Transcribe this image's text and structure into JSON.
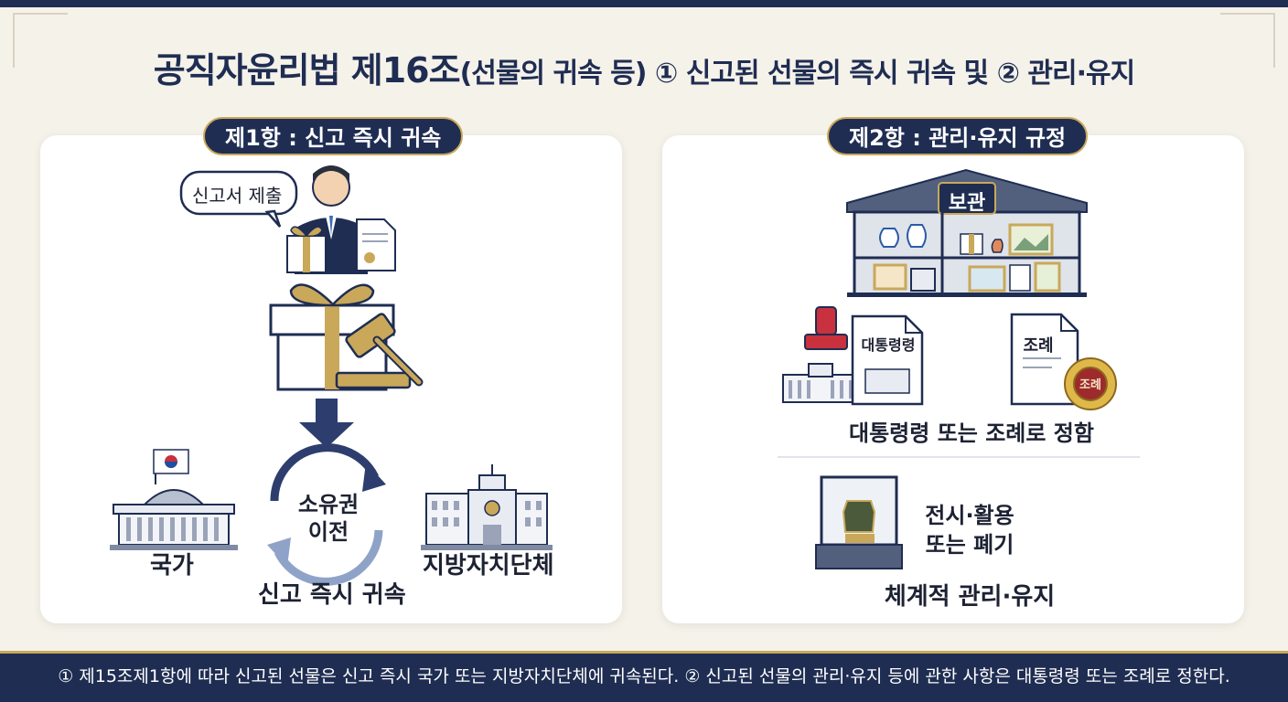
{
  "title": {
    "main": "공직자윤리법 제16조",
    "sub": "(선물의 귀속 등) ① 신고된 선물의 즉시 귀속 및 ② 관리·유지"
  },
  "left_panel": {
    "header": "제1항 : 신고 즉시 귀속",
    "speech_bubble": "신고서 제출",
    "cycle_label": "소유권\n이전",
    "cycle_line1": "소유권",
    "cycle_line2": "이전",
    "state_label": "국가",
    "local_gov_label": "지방자치단체",
    "caption": "신고 즉시 귀속"
  },
  "right_panel": {
    "header": "제2항 : 관리·유지 규정",
    "storage_sign": "보관",
    "doc_presidential": "대통령령",
    "doc_ordinance": "조례",
    "seal_text": "조례",
    "regulation_caption": "대통령령 또는 조례로 정함",
    "display_line1": "전시·활용",
    "display_line2": "또는 폐기",
    "management_caption": "체계적 관리·유지"
  },
  "footer": {
    "text": "① 제15조제1항에 따라 신고된 선물은 신고 즉시 국가 또는 지방자치단체에 귀속된다. ② 신고된 선물의 관리·유지 등에 관한 사항은 대통령령 또는 조례로 정한다."
  },
  "colors": {
    "navy": "#1f2d52",
    "gold": "#c9a85a",
    "background": "#f5f2ea"
  }
}
